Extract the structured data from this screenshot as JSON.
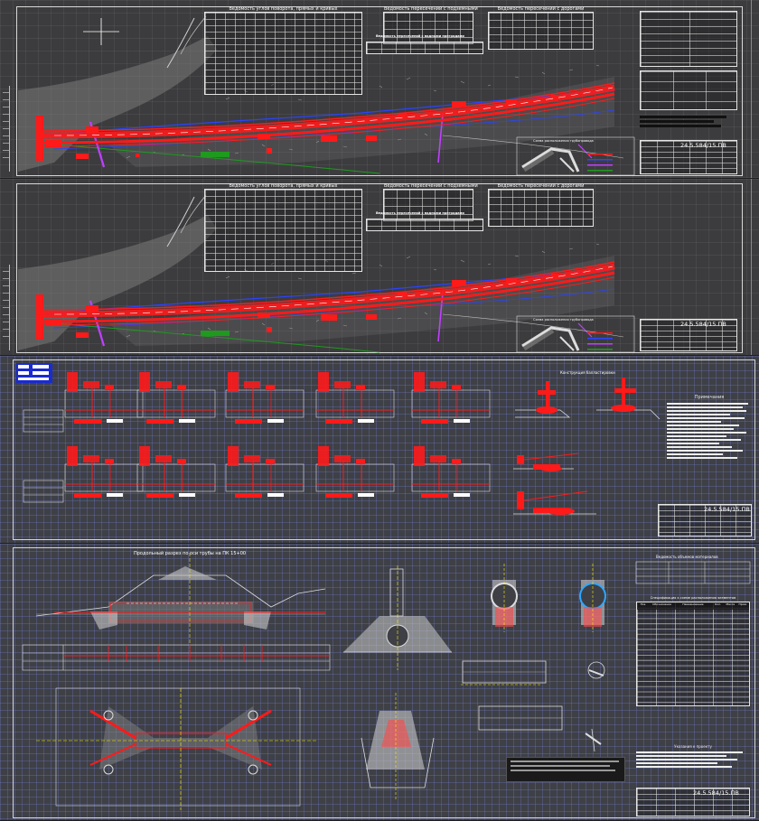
{
  "document": {
    "title": "",
    "sheet_code": "24.5.584/15.ПВ"
  },
  "sheet1": {
    "table_main_title": "Ведомость углов поворота, прямых и кривых",
    "table_right_title1": "Ведомость пересечений с подземными",
    "table_right_title2": "Ведомость пересечений с дорогами",
    "table_mid_caption": "Ведомость пересечений с водными преградами",
    "note_caption": "Схема расположения трубопровода",
    "stamp_code": "24.5.584/15.ПВ"
  },
  "sheet2": {
    "table_main_title": "Ведомость углов поворота, прямых и кривых",
    "table_right_title1": "Ведомость пересечений с подземными",
    "table_right_title2": "Ведомость пересечений с дорогами",
    "table_mid_caption": "Ведомость пересечений с водными преградами",
    "note_caption": "Схема расположения трубопровода",
    "stamp_code": "24.5.584/15.ПВ"
  },
  "sheet3": {
    "detail_caption": "Конструкция балластировки",
    "notes_title": "Примечания",
    "stamp_code": "24.5.584/15.ПВ"
  },
  "sheet4": {
    "section_title": "Продольный разрез по оси трубы на ПК 15+00",
    "materials_title": "Ведомость объемов материалов",
    "spec_title": "Спецификация к схеме расположения элементов",
    "spec_headers": [
      "Поз.",
      "Обозначение",
      "Наименование",
      "Кол.",
      "Масса",
      "Прим."
    ],
    "notes_title": "Указания к проекту",
    "stamp_code": "24.5.584/15.ПВ"
  },
  "colors": {
    "background": "#3c3c3e",
    "pipeline": "#ff1a1a",
    "route_blue": "#2c44ff",
    "boundary_magenta": "#c040ff",
    "line_green": "#1f9a1f",
    "grid_blue": "#7882dc"
  }
}
